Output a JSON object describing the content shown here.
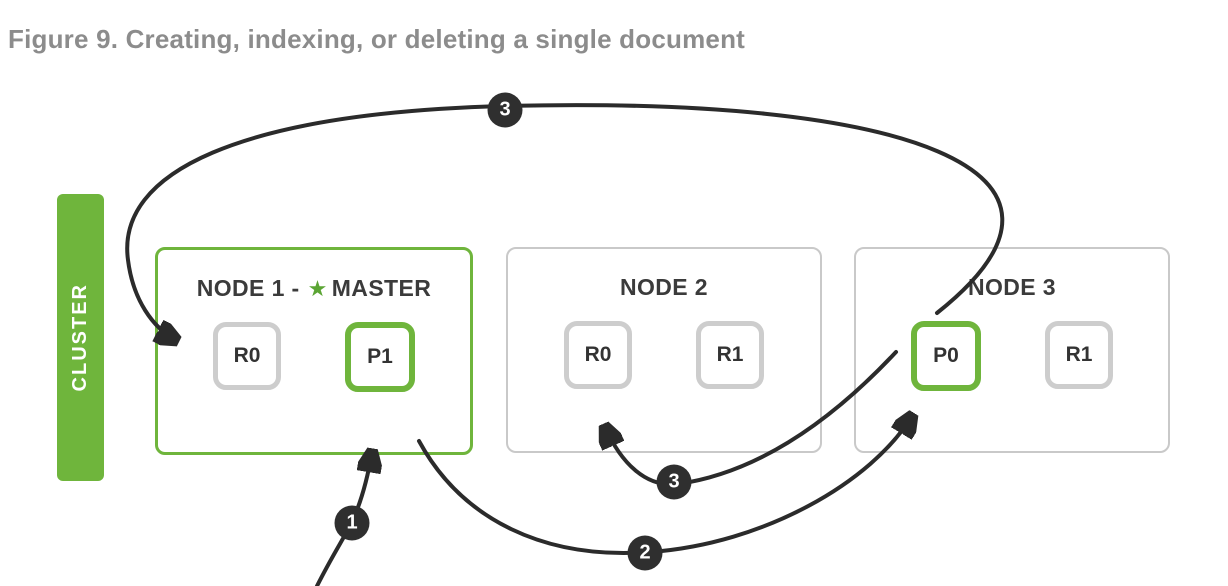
{
  "figure_title": "Figure 9. Creating, indexing, or deleting a single document",
  "cluster_label": "CLUSTER",
  "nodes": [
    {
      "title_prefix": "NODE 1 -",
      "master_label": "MASTER",
      "is_master": true,
      "shards": [
        {
          "label": "R0",
          "type": "replica"
        },
        {
          "label": "P1",
          "type": "primary"
        }
      ]
    },
    {
      "title": "NODE 2",
      "is_master": false,
      "shards": [
        {
          "label": "R0",
          "type": "replica"
        },
        {
          "label": "R1",
          "type": "replica"
        }
      ]
    },
    {
      "title": "NODE 3",
      "is_master": false,
      "shards": [
        {
          "label": "P0",
          "type": "primary"
        },
        {
          "label": "R1",
          "type": "replica"
        }
      ]
    }
  ],
  "steps": [
    {
      "label": "1",
      "description": "client request to node 1"
    },
    {
      "label": "2",
      "description": "node 1 forwards to primary P0 on node 3"
    },
    {
      "label": "3",
      "description": "primary replicates to replica R0 on node 2"
    },
    {
      "label": "3",
      "description": "primary replicates to replica R0 on node 1"
    }
  ],
  "icons": {
    "master_star": "★"
  },
  "colors": {
    "green": "#6fb53c",
    "title_gray": "#8c8c8c",
    "node_border_gray": "#c9c9c9",
    "shard_border_gray": "#cdcdcd",
    "arrow_dark": "#2b2b2b",
    "badge_bg": "#2f2f2f",
    "badge_text": "#ffffff",
    "text_dark": "#3b3b3b"
  }
}
